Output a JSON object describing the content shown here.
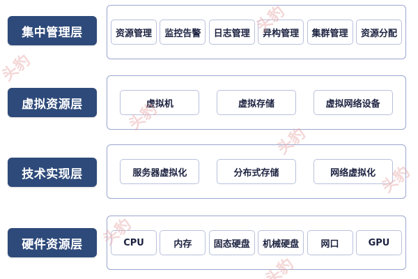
{
  "layers": [
    {
      "label": "集中管理层",
      "items": [
        "资源管理",
        "监控告警",
        "日志管理",
        "异构管理",
        "集群管理",
        "资源分配"
      ]
    },
    {
      "label": "虚拟资源层",
      "items": [
        "虚拟机",
        "虚拟存储",
        "虚拟网络设备"
      ]
    },
    {
      "label": "技术实现层",
      "items": [
        "服务器虚拟化",
        "分布式存储",
        "网络虚拟化"
      ]
    },
    {
      "label": "硬件资源层",
      "items": [
        "CPU",
        "内存",
        "固态硬盘",
        "机械硬盘",
        "网口",
        "GPU"
      ]
    }
  ],
  "watermark": "头豹"
}
